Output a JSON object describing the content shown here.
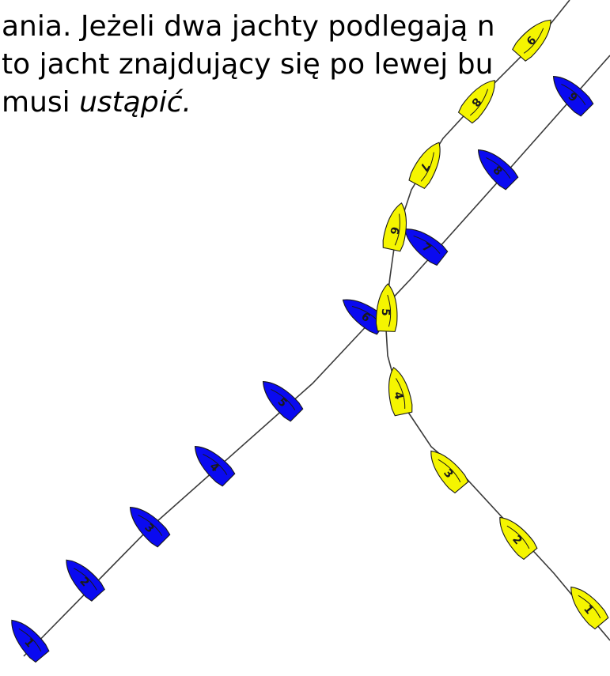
{
  "text": {
    "line_1": "ania. Jeżeli dwa jachty podlegają n",
    "line_2": " to jacht znajdujący się po lewej bu",
    "line_3_prefix": "musi ",
    "line_3_emphasis": "ustąpić."
  },
  "colors": {
    "blue_boat": "#0a0af0",
    "yellow_boat": "#f5f500",
    "track": "#3a3a3a",
    "text": "#000000"
  },
  "boats": {
    "blue": [
      {
        "label": "1"
      },
      {
        "label": "2"
      },
      {
        "label": "3"
      },
      {
        "label": "4"
      },
      {
        "label": "5"
      },
      {
        "label": "6"
      },
      {
        "label": "7"
      },
      {
        "label": "8"
      },
      {
        "label": "9"
      }
    ],
    "yellow": [
      {
        "label": "1"
      },
      {
        "label": "2"
      },
      {
        "label": "3"
      },
      {
        "label": "4"
      },
      {
        "label": "5"
      },
      {
        "label": "6"
      },
      {
        "label": "7"
      },
      {
        "label": "8"
      },
      {
        "label": "9"
      }
    ]
  }
}
